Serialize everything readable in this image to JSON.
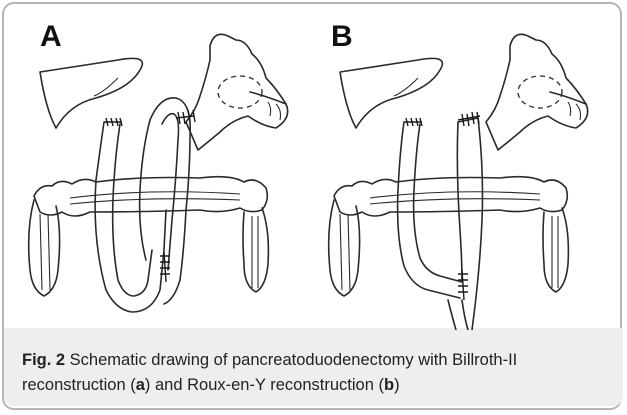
{
  "figure": {
    "panel_a_label": "A",
    "panel_b_label": "B",
    "caption_bold": "Fig. 2",
    "caption_1": " Schematic drawing of pancreatoduodenectomy with Billroth-II reconstruction (",
    "caption_a": "a",
    "caption_2": ") and Roux-en-Y reconstruction (",
    "caption_b": "b",
    "caption_3": ")"
  }
}
